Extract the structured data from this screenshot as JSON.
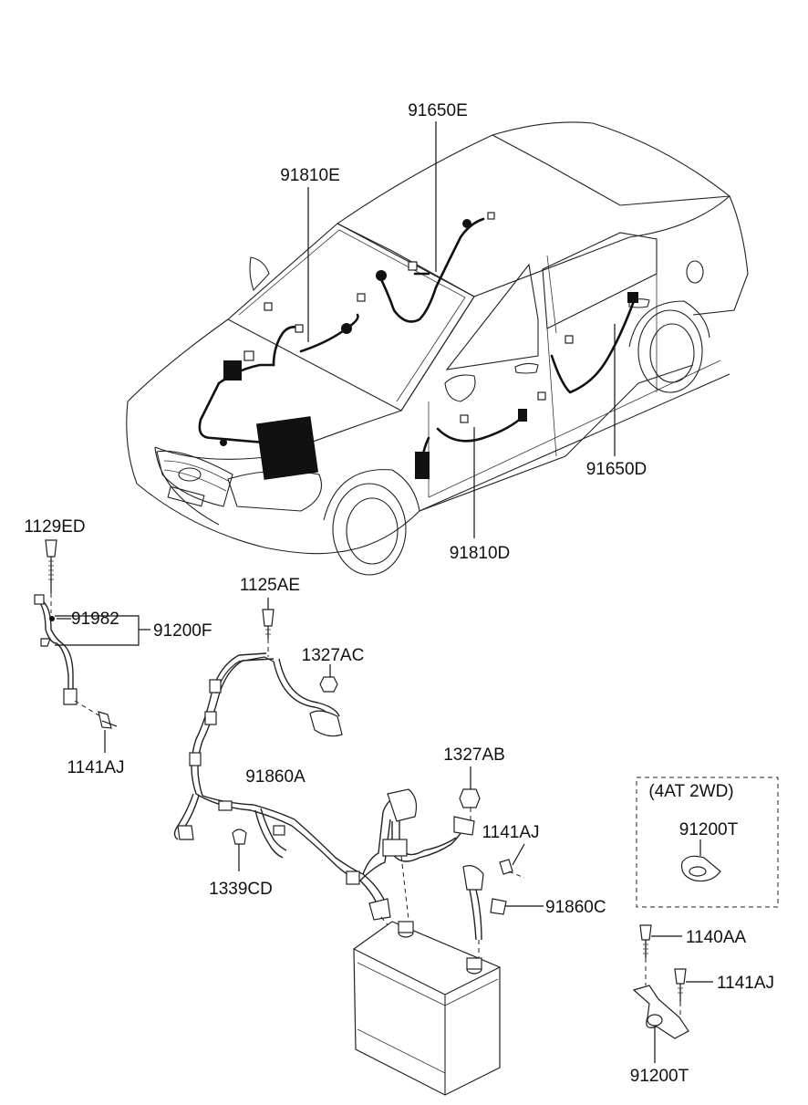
{
  "labels": {
    "l_91650E": "91650E",
    "l_91810E": "91810E",
    "l_91650D": "91650D",
    "l_91810D": "91810D",
    "l_1129ED": "1129ED",
    "l_91982": "91982",
    "l_91200F": "91200F",
    "l_1141AJ_a": "1141AJ",
    "l_1125AE": "1125AE",
    "l_1327AC": "1327AC",
    "l_91860A": "91860A",
    "l_1327AB": "1327AB",
    "l_1141AJ_b": "1141AJ",
    "l_1339CD": "1339CD",
    "l_91860C": "91860C",
    "l_4at2wd": "(4AT 2WD)",
    "l_91200T_a": "91200T",
    "l_1140AA": "1140AA",
    "l_1141AJ_c": "1141AJ",
    "l_91200T_b": "91200T"
  }
}
